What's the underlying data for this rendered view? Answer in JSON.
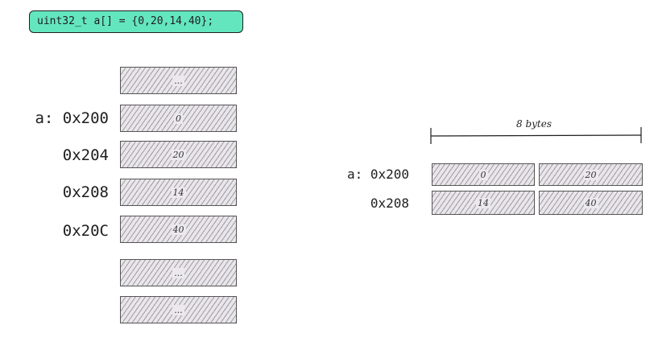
{
  "code": "uint32_t a[] = {0,20,14,40};",
  "left_memory": {
    "cells": [
      "...",
      "0",
      "20",
      "14",
      "40",
      "...",
      "..."
    ],
    "labels": [
      "a: 0x200",
      "0x204",
      "0x208",
      "0x20C"
    ]
  },
  "right_memory": {
    "width_label": "8 bytes",
    "rows": [
      {
        "label": "a: 0x200",
        "cells": [
          "0",
          "20"
        ]
      },
      {
        "label": "0x208",
        "cells": [
          "14",
          "40"
        ]
      }
    ]
  }
}
